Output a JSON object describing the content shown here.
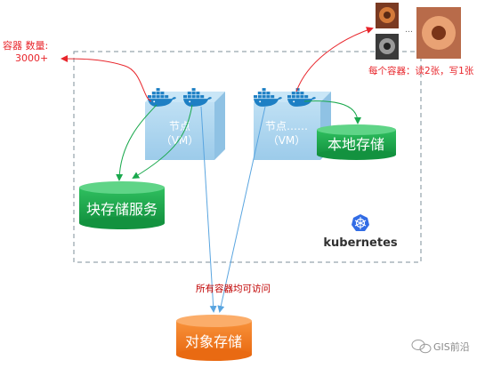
{
  "labels": {
    "container_count_title": "容器 数量:",
    "container_count_value": "3000+",
    "node1_label": "节点",
    "node1_vm": "（VM）",
    "node2_label": "节点……",
    "node2_vm": "（VM）",
    "local_storage": "本地存储",
    "block_storage": "块存储服务",
    "kubernetes": "kubernetes",
    "all_access": "所有容器均可访问",
    "object_storage": "对象存储",
    "per_container": "每个容器：读2张，写1张",
    "thumb_ellipsis": "…",
    "watermark": "GIS前沿"
  },
  "colors": {
    "red": "#e8252b",
    "green": "#19a84c",
    "blue": "#5aa5e0",
    "orange": "#f17a22",
    "node_fill": "#a8d2ec",
    "dashed_border": "#7e8f9a",
    "k8s_blue": "#326ce5",
    "docker_blue": "#1d7fc4"
  }
}
